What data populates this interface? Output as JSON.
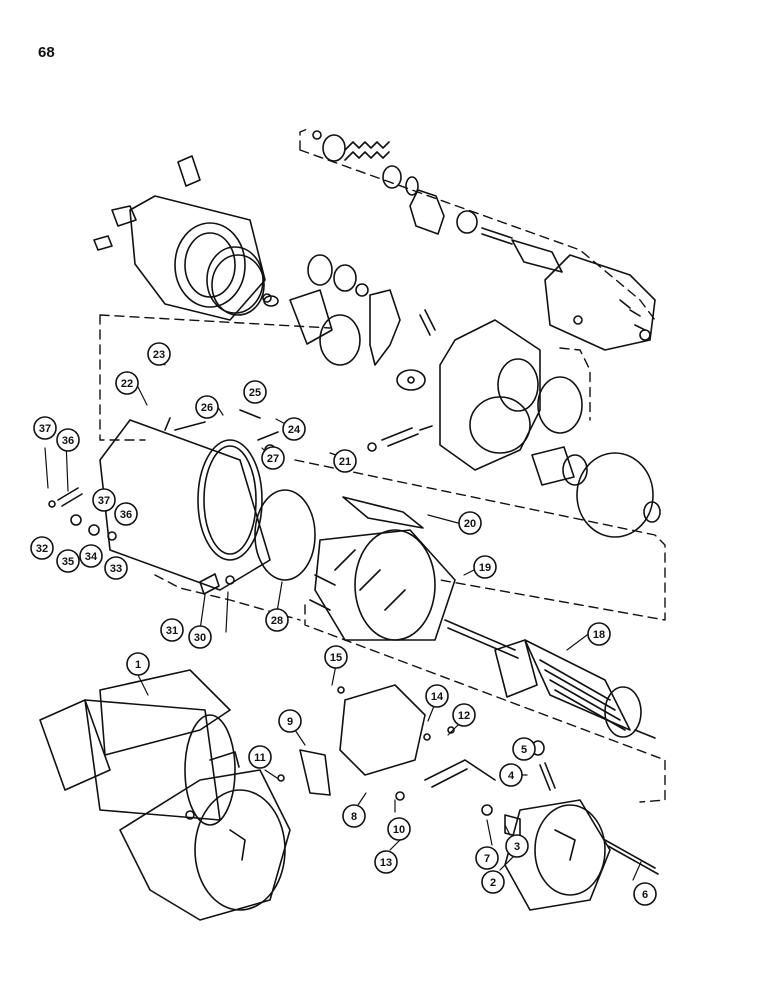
{
  "page": {
    "number": "68"
  },
  "callouts": [
    {
      "id": "1",
      "label": "1"
    },
    {
      "id": "2",
      "label": "2"
    },
    {
      "id": "3",
      "label": "3"
    },
    {
      "id": "4",
      "label": "4"
    },
    {
      "id": "5",
      "label": "5"
    },
    {
      "id": "6",
      "label": "6"
    },
    {
      "id": "7",
      "label": "7"
    },
    {
      "id": "8",
      "label": "8"
    },
    {
      "id": "9",
      "label": "9"
    },
    {
      "id": "10",
      "label": "10"
    },
    {
      "id": "11",
      "label": "11"
    },
    {
      "id": "12",
      "label": "12"
    },
    {
      "id": "13",
      "label": "13"
    },
    {
      "id": "14",
      "label": "14"
    },
    {
      "id": "15",
      "label": "15"
    },
    {
      "id": "18",
      "label": "18"
    },
    {
      "id": "19",
      "label": "19"
    },
    {
      "id": "20",
      "label": "20"
    },
    {
      "id": "21",
      "label": "21"
    },
    {
      "id": "22",
      "label": "22"
    },
    {
      "id": "23",
      "label": "23"
    },
    {
      "id": "24",
      "label": "24"
    },
    {
      "id": "25",
      "label": "25"
    },
    {
      "id": "26",
      "label": "26"
    },
    {
      "id": "27",
      "label": "27"
    },
    {
      "id": "28",
      "label": "28"
    },
    {
      "id": "30",
      "label": "30"
    },
    {
      "id": "31",
      "label": "31"
    },
    {
      "id": "32",
      "label": "32"
    },
    {
      "id": "33",
      "label": "33"
    },
    {
      "id": "34",
      "label": "34"
    },
    {
      "id": "35",
      "label": "35"
    },
    {
      "id": "36a",
      "label": "36"
    },
    {
      "id": "36b",
      "label": "36"
    },
    {
      "id": "37a",
      "label": "37"
    },
    {
      "id": "37b",
      "label": "37"
    }
  ]
}
